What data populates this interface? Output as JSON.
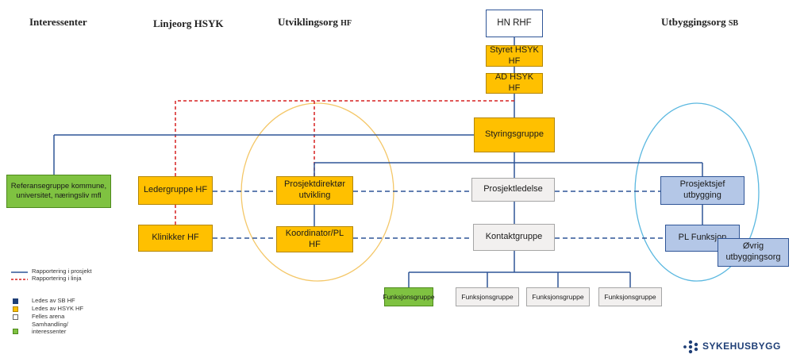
{
  "headers": {
    "interessenter": "Interessenter",
    "linjeorg": "Linjeorg HSYK",
    "utviklingsorg_main": "Utviklingsorg",
    "utviklingsorg_suffix": "HF",
    "utbyggingsorg_main": "Utbyggingsorg",
    "utbyggingsorg_suffix": "SB"
  },
  "boxes": {
    "hn_rhf": "HN RHF",
    "styret": "Styret HSYK HF",
    "ad_hsyk": "AD HSYK HF",
    "styringsgruppe": "Styringsgruppe",
    "referansegruppe": "Referansegruppe kommune, universitet, næringsliv mfl",
    "ledergruppe": "Ledergruppe HF",
    "klinikker": "Klinikker HF",
    "prosjektdirektor": "Prosjektdirektør utvikling",
    "koordinator": "Koordinator/PL HF",
    "prosjektledelse": "Prosjektledelse",
    "kontaktgruppe": "Kontaktgruppe",
    "prosjektsjef": "Prosjektsjef utbygging",
    "pl_funksjon": "PL Funksjon",
    "ovrig": "Øvrig utbyggingsorg",
    "funksjonsgrupper": [
      "Funksjonsgruppe",
      "Funksjonsgruppe",
      "Funksjonsgruppe",
      "Funksjonsgruppe"
    ]
  },
  "legend": {
    "rapportering_prosjekt": "Rapportering i prosjekt",
    "rapportering_linja": "Rapportering i linja",
    "ledes_sb": "Ledes av SB HF",
    "ledes_hsyk": "Ledes av HSYK HF",
    "felles_arena": "Felles arena",
    "samhandling": "Samhandling/ interessenter"
  },
  "logo": {
    "text": "SYKEHUSBYGG"
  },
  "colors": {
    "project_line": "#2f5597",
    "line_org": "#d62020",
    "dashed_blue": "#2f5597",
    "ellipse_left": "#F4C768",
    "ellipse_right": "#5BB8E0",
    "sb": "#1f3f77",
    "hsyk": "#FFC000",
    "felles": "#ffffff",
    "samhandling": "#7FC241"
  }
}
